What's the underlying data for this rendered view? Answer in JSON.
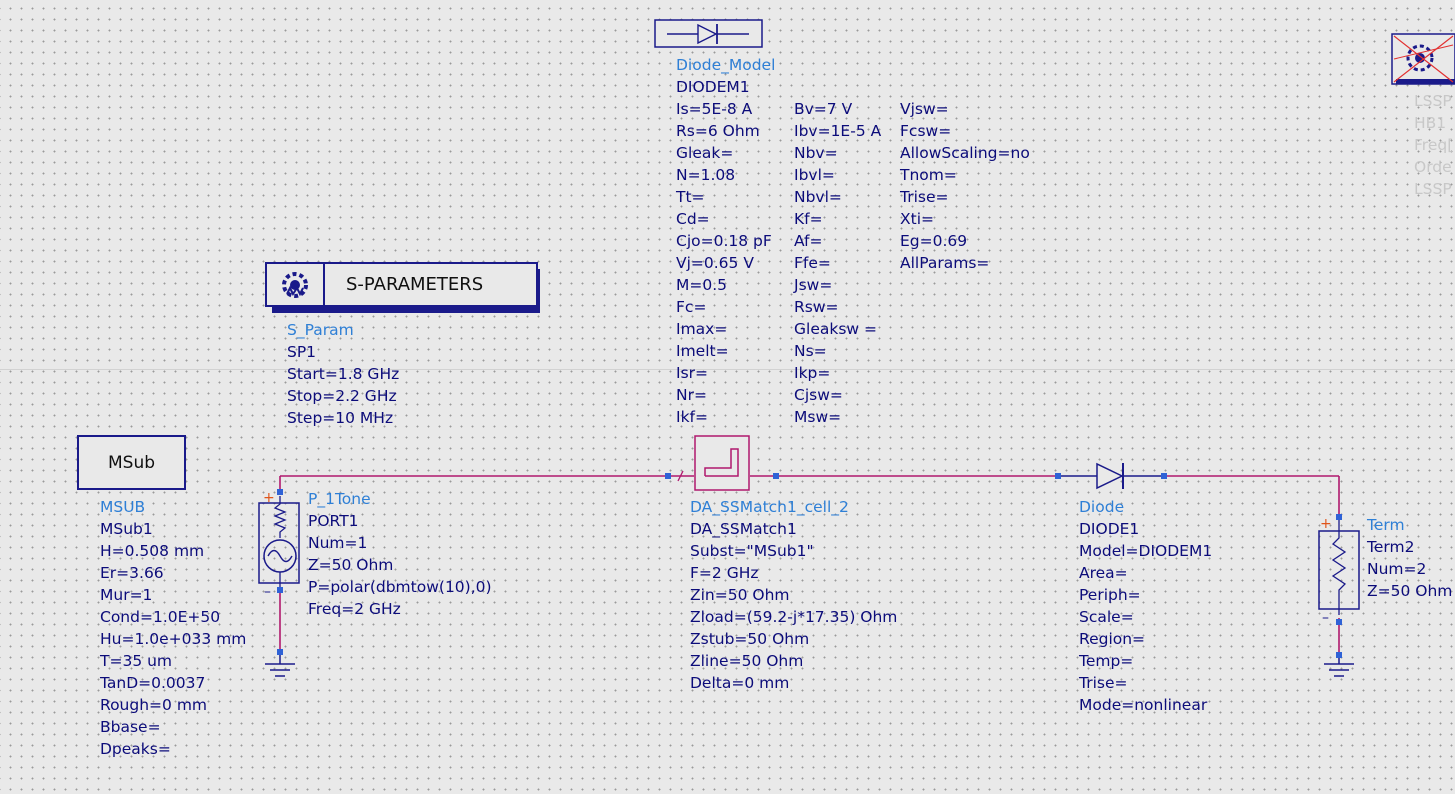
{
  "msub_box": {
    "label": "MSub"
  },
  "msub": {
    "lines": [
      "MSUB",
      "MSub1",
      "H=0.508 mm",
      "Er=3.66",
      "Mur=1",
      "Cond=1.0E+50",
      "Hu=1.0e+033 mm",
      "T=35 um",
      "TanD=0.0037",
      "Rough=0 mm",
      "Bbase=",
      "Dpeaks="
    ]
  },
  "sparam_box": {
    "label": "S-PARAMETERS"
  },
  "sparam": {
    "lines": [
      "S_Param",
      "SP1",
      "Start=1.8 GHz",
      "Stop=2.2 GHz",
      "Step=10 MHz"
    ]
  },
  "diode_model": {
    "col1": [
      "Diode_Model",
      "DIODEM1",
      "Is=5E-8 A",
      "Rs=6 Ohm",
      "Gleak=",
      "N=1.08",
      "Tt=",
      "Cd=",
      "Cjo=0.18 pF",
      "Vj=0.65 V",
      "M=0.5",
      "Fc=",
      "Imax=",
      "Imelt=",
      "Isr=",
      "Nr=",
      "Ikf="
    ],
    "col2": [
      "Bv=7 V",
      "Ibv=1E-5 A",
      "Nbv=",
      "Ibvl=",
      "Nbvl=",
      "Kf=",
      "Af=",
      "Ffe=",
      "Jsw=",
      "Rsw=",
      "Gleaksw =",
      "Ns=",
      "Ikp=",
      "Cjsw=",
      "Msw="
    ],
    "col3": [
      "Vjsw=",
      "Fcsw=",
      "AllowScaling=no",
      "Tnom=",
      "Trise=",
      "Xti=",
      "Eg=0.69",
      "AllParams="
    ]
  },
  "port": {
    "lines": [
      "P_1Tone",
      "PORT1",
      "Num=1",
      "Z=50 Ohm",
      "P=polar(dbmtow(10),0)",
      "Freq=2 GHz"
    ]
  },
  "match": {
    "lines": [
      "DA_SSMatch1_cell_2",
      "DA_SSMatch1",
      "Subst=\"MSub1\"",
      "F=2 GHz",
      "Zin=50 Ohm",
      "Zload=(59.2-j*17.35) Ohm",
      "Zstub=50 Ohm",
      "Zline=50 Ohm",
      "Delta=0 mm"
    ]
  },
  "diode": {
    "lines": [
      "Diode",
      "DIODE1",
      "Model=DIODEM1",
      "Area=",
      "Periph=",
      "Scale=",
      "Region=",
      "Temp=",
      "Trise=",
      "Mode=nonlinear"
    ]
  },
  "term": {
    "lines": [
      "Term",
      "Term2",
      "Num=2",
      "Z=50 Ohm"
    ]
  },
  "hb": {
    "lines": [
      "LSSP",
      "HB1",
      "Freq[",
      "Orde",
      "LSSP"
    ]
  },
  "colors": {
    "wire": "#b0186e",
    "component": "#1a1a8a",
    "pin": "#2f62d6",
    "plus": "#e0541a",
    "hb_cross": "#e23030"
  }
}
